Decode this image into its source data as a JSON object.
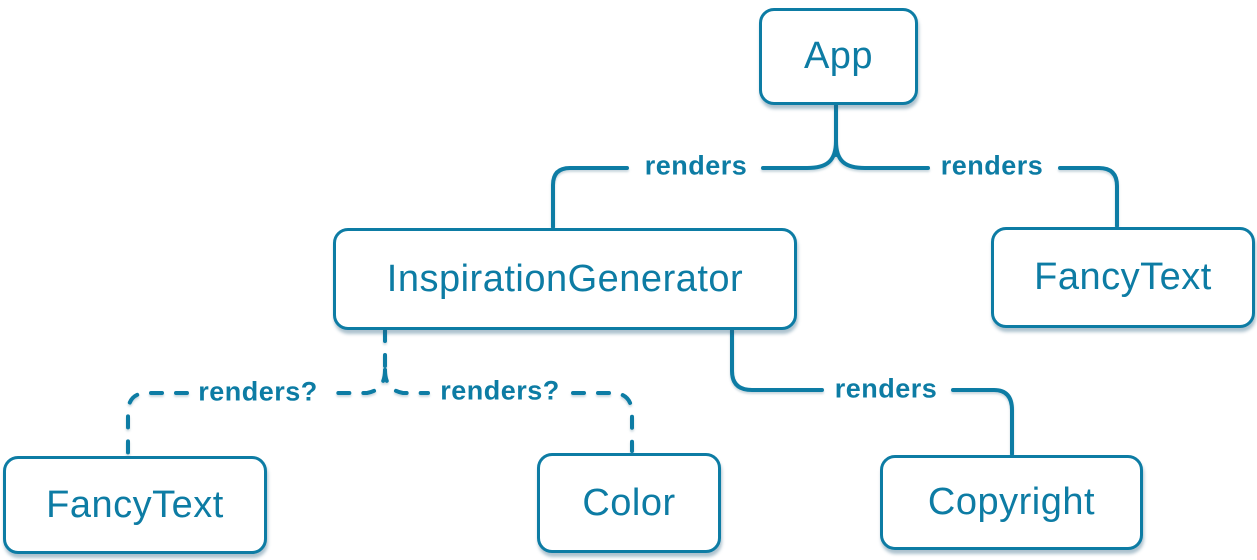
{
  "theme": {
    "accent_color": "#0d7ca4",
    "node_fill": "#ffffff",
    "background": "#ffffff"
  },
  "diagram": {
    "description": "React render tree diagram",
    "nodes": [
      {
        "id": "app",
        "label": "App"
      },
      {
        "id": "inspiration-generator",
        "label": "InspirationGenerator"
      },
      {
        "id": "fancy-text-top",
        "label": "FancyText"
      },
      {
        "id": "fancy-text-bottom",
        "label": "FancyText"
      },
      {
        "id": "color",
        "label": "Color"
      },
      {
        "id": "copyright",
        "label": "Copyright"
      }
    ],
    "edges": [
      {
        "from": "App",
        "to": "InspirationGenerator",
        "label": "renders",
        "style": "solid"
      },
      {
        "from": "App",
        "to": "FancyText",
        "label": "renders",
        "style": "solid"
      },
      {
        "from": "InspirationGenerator",
        "to": "FancyText",
        "label": "renders?",
        "style": "dashed"
      },
      {
        "from": "InspirationGenerator",
        "to": "Color",
        "label": "renders?",
        "style": "dashed"
      },
      {
        "from": "InspirationGenerator",
        "to": "Copyright",
        "label": "renders",
        "style": "solid"
      }
    ]
  }
}
